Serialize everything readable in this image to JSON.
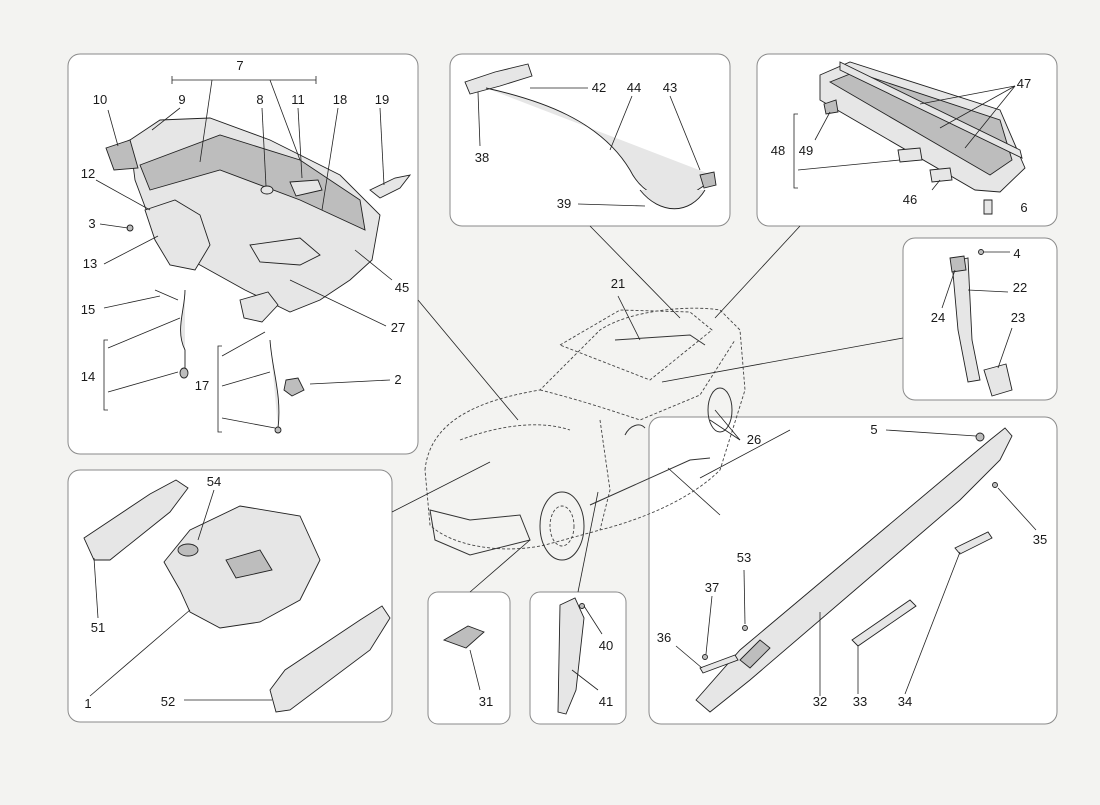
{
  "diagram": {
    "panels": {
      "cowl": {
        "labels": [
          "7",
          "9",
          "10",
          "8",
          "11",
          "18",
          "19",
          "12",
          "3",
          "13",
          "45",
          "15",
          "27",
          "14",
          "17",
          "2"
        ]
      },
      "roof_seal": {
        "labels": [
          "42",
          "44",
          "43",
          "38",
          "39"
        ]
      },
      "roof_rail": {
        "labels": [
          "47",
          "48",
          "49",
          "46",
          "6"
        ]
      },
      "pillar": {
        "labels": [
          "4",
          "22",
          "24",
          "23"
        ]
      },
      "center": {
        "labels": [
          "21",
          "26"
        ]
      },
      "engine": {
        "labels": [
          "54",
          "51",
          "1",
          "52"
        ]
      },
      "vent": {
        "labels": [
          "31"
        ]
      },
      "strip": {
        "labels": [
          "40",
          "41"
        ]
      },
      "sill": {
        "labels": [
          "5",
          "35",
          "53",
          "37",
          "36",
          "32",
          "33",
          "34"
        ]
      }
    }
  }
}
